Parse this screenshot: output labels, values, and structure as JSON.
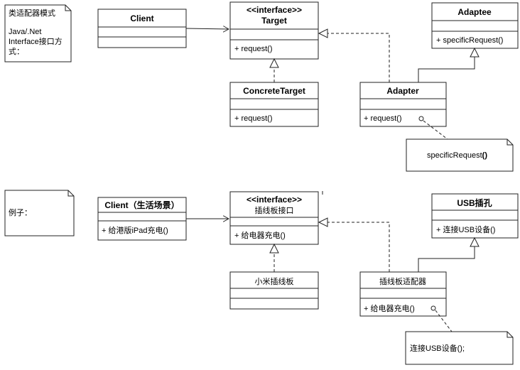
{
  "notes": {
    "classAdapterTitle": "类适配器模式",
    "classAdapterLine2": "Java/.Net",
    "classAdapterLine3": "Interface接口方",
    "classAdapterLine4": "式：",
    "exampleLabel": "例子："
  },
  "top": {
    "client": {
      "title": "Client"
    },
    "target": {
      "stereotype": "<<interface>>",
      "title": "Target",
      "method": "+ request()"
    },
    "adaptee": {
      "title": "Adaptee",
      "method": "+ specificRequest()"
    },
    "concreteTarget": {
      "title": "ConcreteTarget",
      "method": "+ request()"
    },
    "adapter": {
      "title": "Adapter",
      "method": "+ request()"
    },
    "adapterNote": {
      "text": "specificRequest",
      "bold": "()"
    }
  },
  "bottom": {
    "client": {
      "title": "Client（生活场景）",
      "method": "+ 给港版iPad充电()"
    },
    "target": {
      "stereotype": "<<interface>>",
      "title": "插线板接口",
      "method": "+ 给电器充电()"
    },
    "adaptee": {
      "title": "USB插孔",
      "method": "+ 连接USB设备()"
    },
    "concreteTarget": {
      "title": "小米插线板"
    },
    "adapter": {
      "title": "插线板适配器",
      "method": "+ 给电器充电()"
    },
    "adapterNote": {
      "text": "连接USB设备();"
    }
  }
}
